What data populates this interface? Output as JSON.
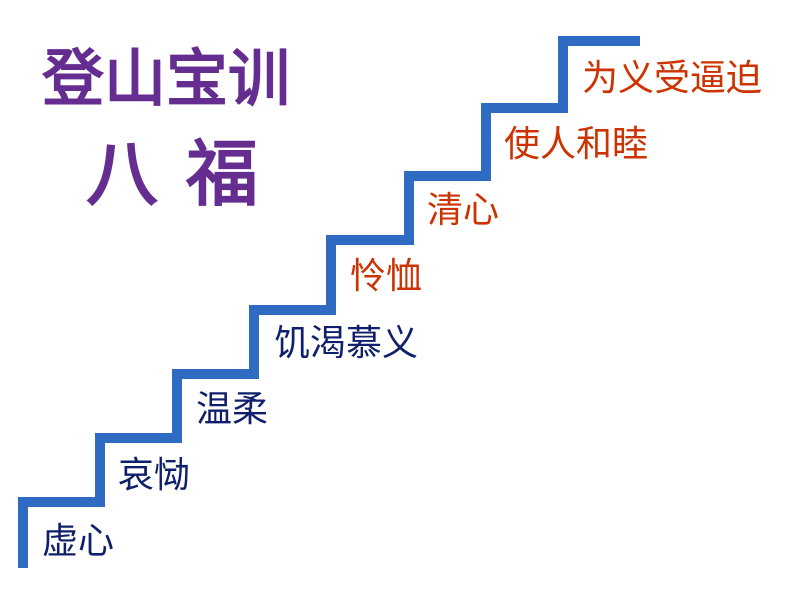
{
  "title": {
    "line1": "登山宝训",
    "line2": "八福"
  },
  "colors": {
    "title": "#662d91",
    "stairs": "#2f6bc2",
    "lower_steps": "#0f1f6b",
    "upper_steps": "#cc3300"
  },
  "steps": [
    {
      "label": "虚心"
    },
    {
      "label": "哀恸"
    },
    {
      "label": "温柔"
    },
    {
      "label": "饥渴慕义"
    },
    {
      "label": "怜恤"
    },
    {
      "label": "清心"
    },
    {
      "label": "使人和睦"
    },
    {
      "label": "为义受逼迫"
    }
  ]
}
